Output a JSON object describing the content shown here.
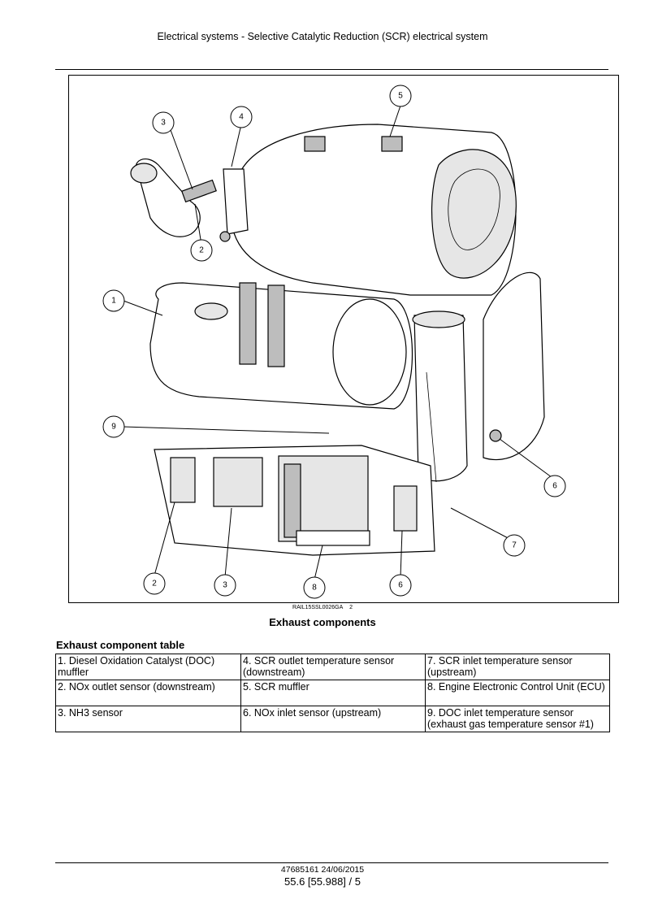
{
  "header": {
    "title": "Electrical systems - Selective Catalytic Reduction (SCR) electrical system"
  },
  "figure": {
    "reference": "RAIL15SSL0026GA",
    "reference_number": "2",
    "caption": "Exhaust components",
    "callouts": [
      "1",
      "2",
      "3",
      "4",
      "5",
      "6",
      "7",
      "8",
      "9",
      "2",
      "3",
      "6"
    ]
  },
  "table": {
    "title": "Exhaust component table",
    "rows": [
      [
        "1. Diesel Oxidation Catalyst (DOC) muffler",
        "4. SCR outlet temperature sensor (downstream)",
        "7. SCR inlet temperature sensor (upstream)"
      ],
      [
        "2. NOx outlet sensor (downstream)",
        "5. SCR muffler",
        "8. Engine Electronic Control Unit (ECU)"
      ],
      [
        "3. NH3 sensor",
        "6. NOx inlet sensor (upstream)",
        "9. DOC inlet temperature sensor (exhaust gas temperature sensor #1)"
      ]
    ]
  },
  "footer": {
    "doc_number": "47685161 24/06/2015",
    "page": "55.6 [55.988] / 5"
  }
}
